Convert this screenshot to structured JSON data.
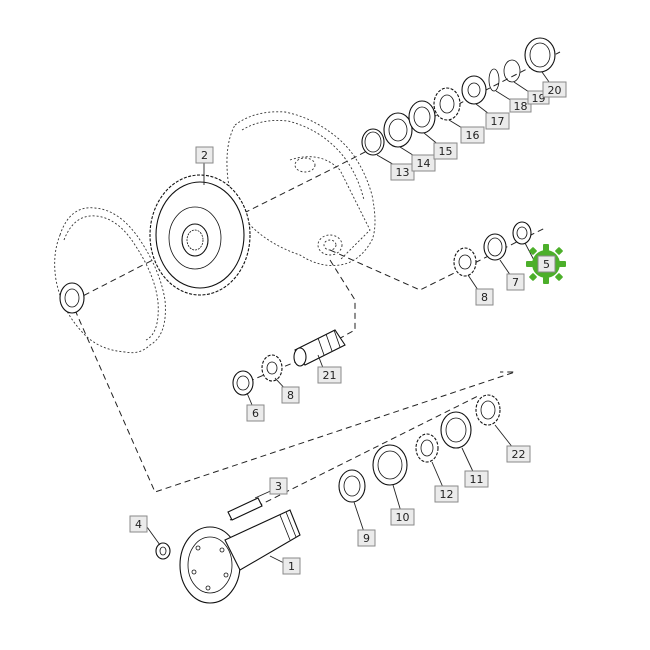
{
  "callouts": [
    {
      "id": "1",
      "text": "1"
    },
    {
      "id": "2",
      "text": "2"
    },
    {
      "id": "3",
      "text": "3"
    },
    {
      "id": "4",
      "text": "4"
    },
    {
      "id": "5",
      "text": "5"
    },
    {
      "id": "6",
      "text": "6"
    },
    {
      "id": "7",
      "text": "7"
    },
    {
      "id": "8a",
      "text": "8"
    },
    {
      "id": "8b",
      "text": "8"
    },
    {
      "id": "9",
      "text": "9"
    },
    {
      "id": "10",
      "text": "10"
    },
    {
      "id": "11",
      "text": "11"
    },
    {
      "id": "12",
      "text": "12"
    },
    {
      "id": "13",
      "text": "13"
    },
    {
      "id": "14",
      "text": "14"
    },
    {
      "id": "15",
      "text": "15"
    },
    {
      "id": "16",
      "text": "16"
    },
    {
      "id": "17",
      "text": "17"
    },
    {
      "id": "18",
      "text": "18"
    },
    {
      "id": "19",
      "text": "19"
    },
    {
      "id": "20",
      "text": "20"
    },
    {
      "id": "21",
      "text": "21"
    },
    {
      "id": "22",
      "text": "22"
    }
  ],
  "highlight": {
    "callout": "5",
    "color": "#4caf2a"
  }
}
